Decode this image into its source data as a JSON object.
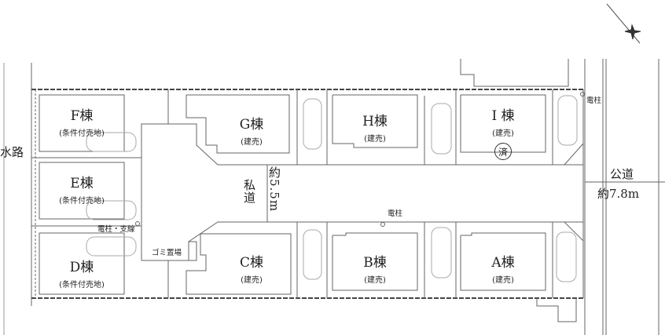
{
  "lots": [
    {
      "id": "F",
      "name": "F棟",
      "type": "(条件付売地)"
    },
    {
      "id": "E",
      "name": "E棟",
      "type": "(条件付売地)"
    },
    {
      "id": "D",
      "name": "D棟",
      "type": "(条件付売地)"
    },
    {
      "id": "G",
      "name": "G棟",
      "type": "(建売)"
    },
    {
      "id": "H",
      "name": "H棟",
      "type": "(建売)"
    },
    {
      "id": "I",
      "name": "I 棟",
      "type": "(建売)",
      "badge": "済"
    },
    {
      "id": "C",
      "name": "C棟",
      "type": "(建売)"
    },
    {
      "id": "B",
      "name": "B棟",
      "type": "(建売)"
    },
    {
      "id": "A",
      "name": "A棟",
      "type": "(建売)"
    }
  ],
  "labels": {
    "waterway": "水路",
    "public_road": "公道",
    "public_road_width": "約7.8m",
    "private_road": "私道",
    "private_road_width": "約5.5m",
    "pole_top": "電柱",
    "pole_middle": "電柱",
    "pole_guy": "電柱・支線",
    "garbage": "ゴミ置場"
  }
}
